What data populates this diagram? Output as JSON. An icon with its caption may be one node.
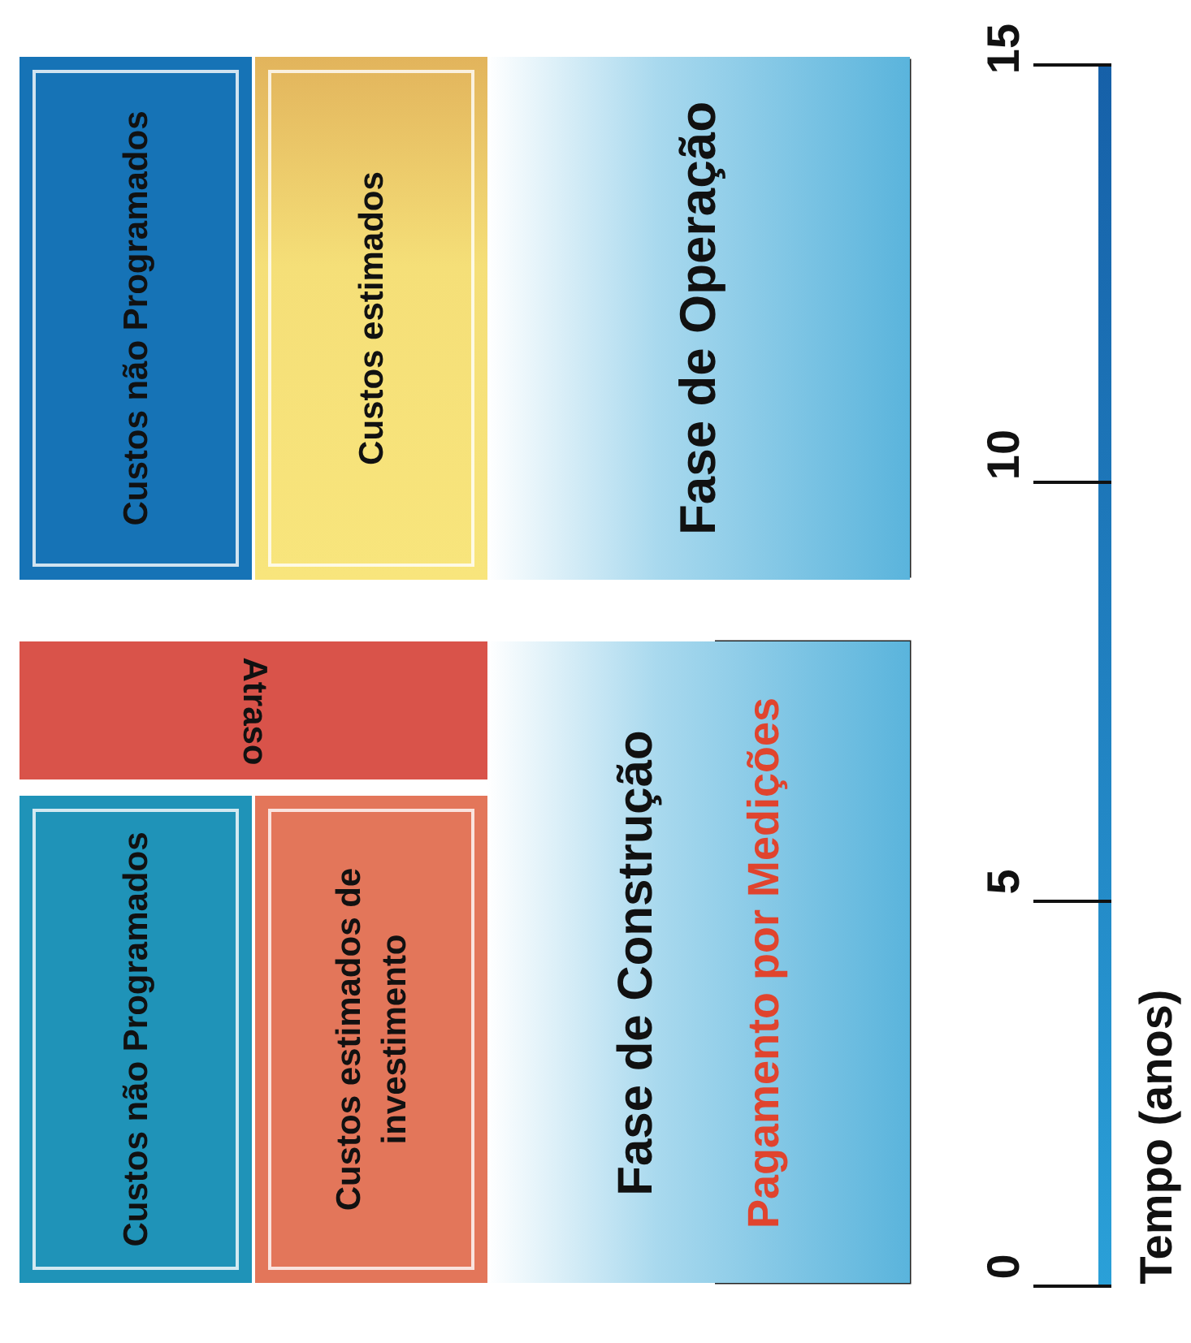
{
  "diagram": {
    "nodes": [
      {
        "text": [
          "Custos não Programados"
        ]
      },
      {
        "text": [
          "Custos estimados de investimento"
        ]
      },
      {
        "text": [
          "Atraso"
        ]
      },
      {
        "text": [
          "Fase de Construção",
          "Pagamento por Medições"
        ]
      },
      {
        "text": [
          "Custos não Programados"
        ]
      },
      {
        "text": [
          "Custos estimados"
        ]
      },
      {
        "text": [
          "Fase de Operação"
        ]
      }
    ],
    "edges": [],
    "labels": [
      "15",
      "10",
      "5",
      "0",
      "Tempo (anos)"
    ]
  }
}
